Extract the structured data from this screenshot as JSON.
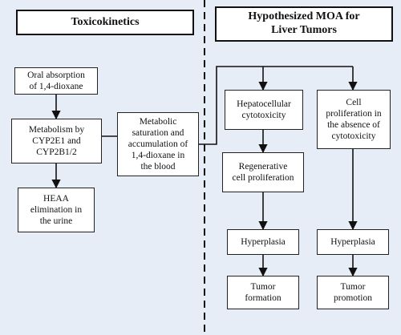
{
  "colors": {
    "background": "#e6edf7",
    "box_fill": "#ffffff",
    "line": "#111111"
  },
  "headers": {
    "left": "Toxicokinetics",
    "right": "Hypothesized MOA for\nLiver Tumors"
  },
  "toxicokinetics": {
    "oral_absorption": "Oral absorption\nof 1,4-dioxane",
    "metabolism": "Metabolism by\nCYP2E1 and\nCYP2B1/2",
    "heaa_elimination": "HEAA\nelimination in\nthe urine",
    "metabolic_saturation": "Metabolic\nsaturation and\naccumulation of\n1,4-dioxane in\nthe blood"
  },
  "moa": {
    "hepatocellular_cytotoxicity": "Hepatocellular\ncytotoxicity",
    "regenerative_proliferation": "Regenerative\ncell proliferation",
    "hyperplasia_left": "Hyperplasia",
    "tumor_formation": "Tumor\nformation",
    "cell_proliferation_no_cytotox": "Cell\nproliferation in\nthe absence of\ncytotoxicity",
    "hyperplasia_right": "Hyperplasia",
    "tumor_promotion": "Tumor\npromotion"
  }
}
